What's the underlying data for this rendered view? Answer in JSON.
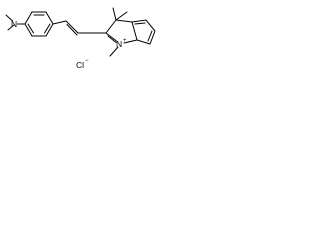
{
  "structure": {
    "atoms": {
      "dimethylamino_nitrogen": "N",
      "indolium_nitrogen": "N",
      "counterion": "Cl"
    },
    "charges": {
      "indolium_nitrogen": "+",
      "counterion": "−"
    },
    "line_color": "#000000",
    "background_color": "#ffffff"
  }
}
